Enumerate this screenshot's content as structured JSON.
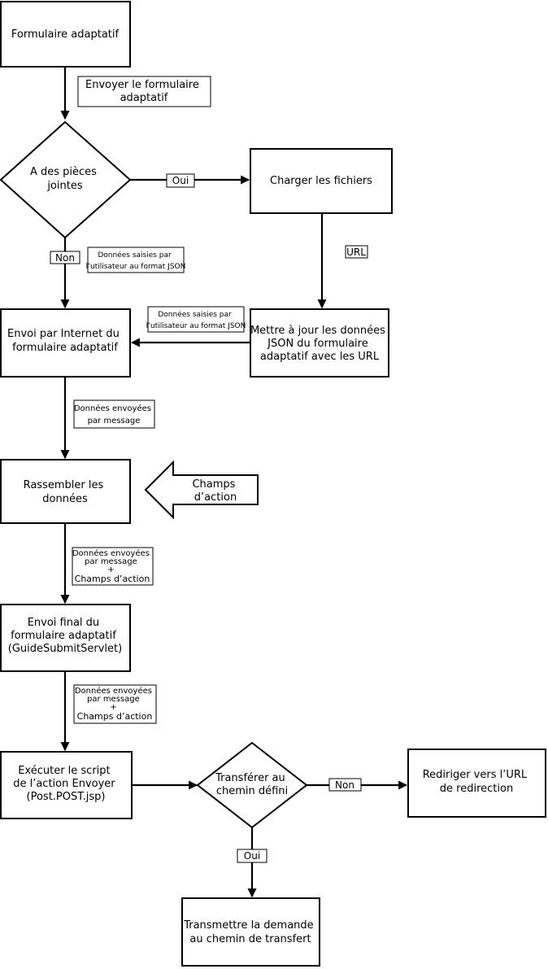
{
  "nodes": {
    "formulaire_adaptatif": {
      "lines": [
        "Formulaire adaptatif"
      ]
    },
    "pieces_jointes": {
      "lines": [
        "A des pièces",
        "jointes"
      ]
    },
    "charger_fichiers": {
      "lines": [
        "Charger les fichiers"
      ]
    },
    "mettre_a_jour": {
      "lines": [
        "Mettre à jour les données",
        "JSON du formulaire",
        "adaptatif avec les URL"
      ]
    },
    "envoi_internet": {
      "lines": [
        "Envoi par Internet du",
        "formulaire adaptatif"
      ]
    },
    "rassembler": {
      "lines": [
        "Rassembler les",
        "données"
      ]
    },
    "champs_action": {
      "lines": [
        "Champs",
        "d’action"
      ]
    },
    "envoi_final": {
      "lines": [
        "Envoi final du",
        "formulaire adaptatif",
        "(GuideSubmitServlet)"
      ]
    },
    "executer_script": {
      "lines": [
        "Exécuter le script",
        "de l’action Envoyer",
        "(Post.POST.jsp)"
      ]
    },
    "transferer": {
      "lines": [
        "Transférer au",
        "chemin défini"
      ]
    },
    "rediriger": {
      "lines": [
        "Rediriger vers l’URL",
        "de redirection"
      ]
    },
    "transmettre": {
      "lines": [
        "Transmettre la demande",
        "au chemin de transfert"
      ]
    }
  },
  "labels": {
    "envoyer": {
      "lines": [
        "Envoyer le formulaire",
        "adaptatif"
      ]
    },
    "oui_1": {
      "lines": [
        "Oui"
      ]
    },
    "non_1": {
      "lines": [
        "Non"
      ]
    },
    "url": {
      "lines": [
        "URL"
      ]
    },
    "json_1": {
      "lines": [
        "Données saisies par",
        "l’utilisateur au format JSON"
      ]
    },
    "json_2": {
      "lines": [
        "Données saisies par",
        "l’utilisateur au format JSON"
      ]
    },
    "message_1": {
      "lines": [
        "Données envoyées",
        "par message"
      ]
    },
    "message_2": {
      "lines": [
        "Données envoyées",
        "par message",
        "+",
        "Champs d’action"
      ]
    },
    "message_3": {
      "lines": [
        "Données envoyées",
        "par message",
        "+",
        "Champs d’action"
      ]
    },
    "non_2": {
      "lines": [
        "Non"
      ]
    },
    "oui_2": {
      "lines": [
        "Oui"
      ]
    }
  }
}
